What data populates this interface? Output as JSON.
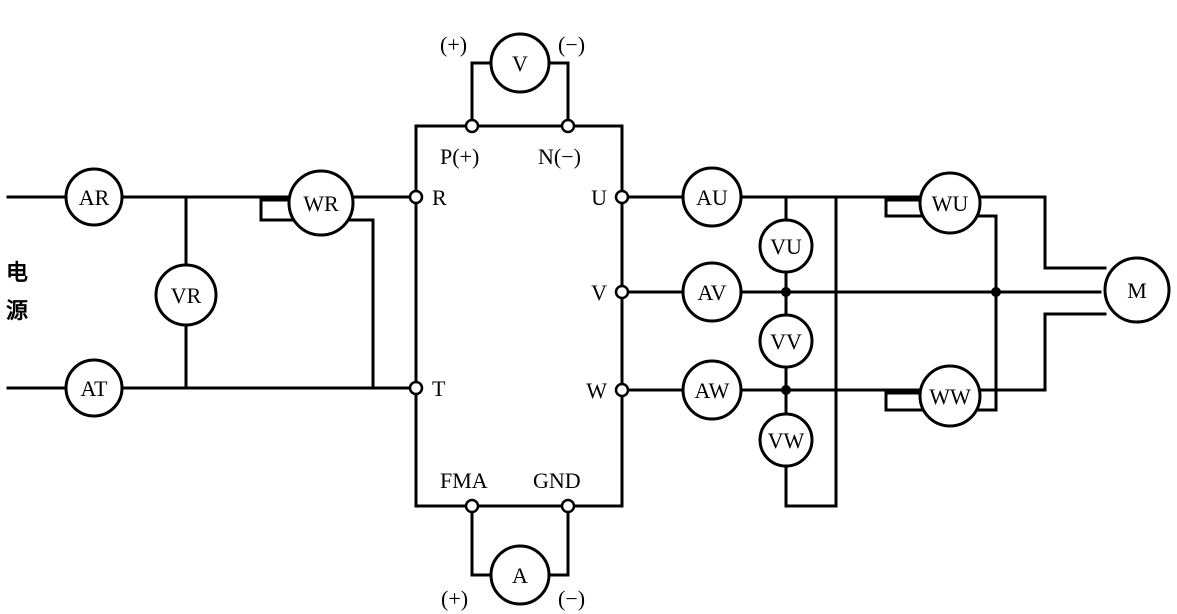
{
  "power_source": {
    "line1": "电",
    "line2": "源"
  },
  "meters": {
    "AR": "AR",
    "AT": "AT",
    "VR": "VR",
    "WR": "WR",
    "V": "V",
    "A": "A",
    "AU": "AU",
    "AV": "AV",
    "AW": "AW",
    "VU": "VU",
    "VV": "VV",
    "VW": "VW",
    "WU": "WU",
    "WW": "WW",
    "M": "M"
  },
  "terminals": {
    "P": "P(+)",
    "N": "N(−)",
    "R": "R",
    "T": "T",
    "U": "U",
    "V": "V",
    "W": "W",
    "FMA": "FMA",
    "GND": "GND"
  },
  "polarity": {
    "v_plus": "(+)",
    "v_minus": "(−)",
    "a_plus": "(+)",
    "a_minus": "(−)"
  }
}
